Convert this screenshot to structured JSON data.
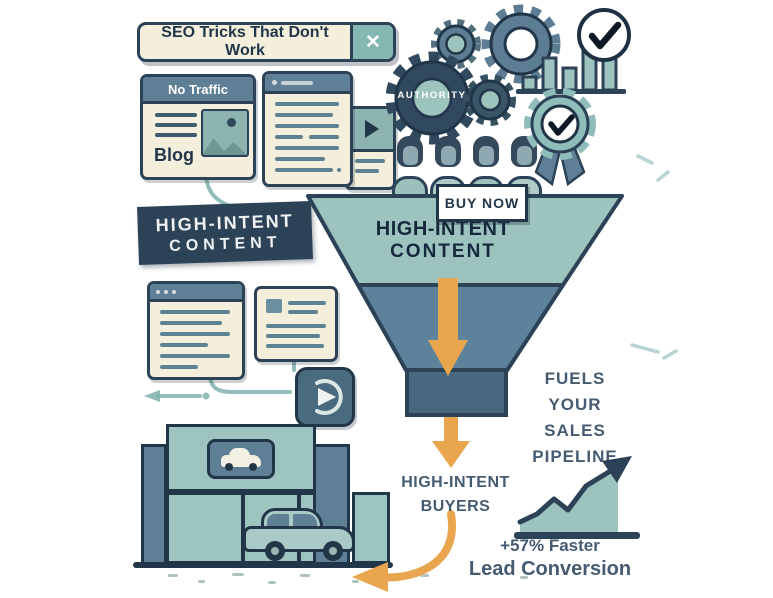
{
  "colors": {
    "navy": "#2b4257",
    "slate": "#5e7f95",
    "teal_light": "#9ec4c0",
    "teal_accent": "#7fb2ae",
    "cream": "#f4efdd",
    "orange": "#e9a64f",
    "ink": "#16293c"
  },
  "top_banner": {
    "label": "SEO Tricks That Don't Work",
    "close_glyph": "✕"
  },
  "blog_window": {
    "header": "No Traffic",
    "caption": "Blog"
  },
  "gears": {
    "authority_label": "AUTHORITY"
  },
  "audience": {
    "buy_now_label": "BUY NOW"
  },
  "funnel": {
    "title_line1": "HIGH-INTENT",
    "title_line2": "CONTENT"
  },
  "side_banner": {
    "line1": "HIGH-INTENT",
    "line2": "CONTENT"
  },
  "pipeline_caption": {
    "lines": [
      "FUELS",
      "YOUR",
      "SALES",
      "PIPELINE"
    ]
  },
  "buyers_caption": {
    "line1": "HIGH-INTENT",
    "line2": "BUYERS"
  },
  "conversion_stat": {
    "line1": "+57% Faster",
    "line2": "Lead Conversion"
  },
  "decorative_charts": [
    {
      "type": "bar",
      "values": [
        13,
        32,
        22,
        52,
        60
      ],
      "note": "ascending authority bars with checkmark"
    },
    {
      "type": "area",
      "values": [
        12,
        20,
        35,
        24,
        48,
        57,
        66
      ],
      "note": "sales growth trend ending in up-right arrow"
    }
  ]
}
